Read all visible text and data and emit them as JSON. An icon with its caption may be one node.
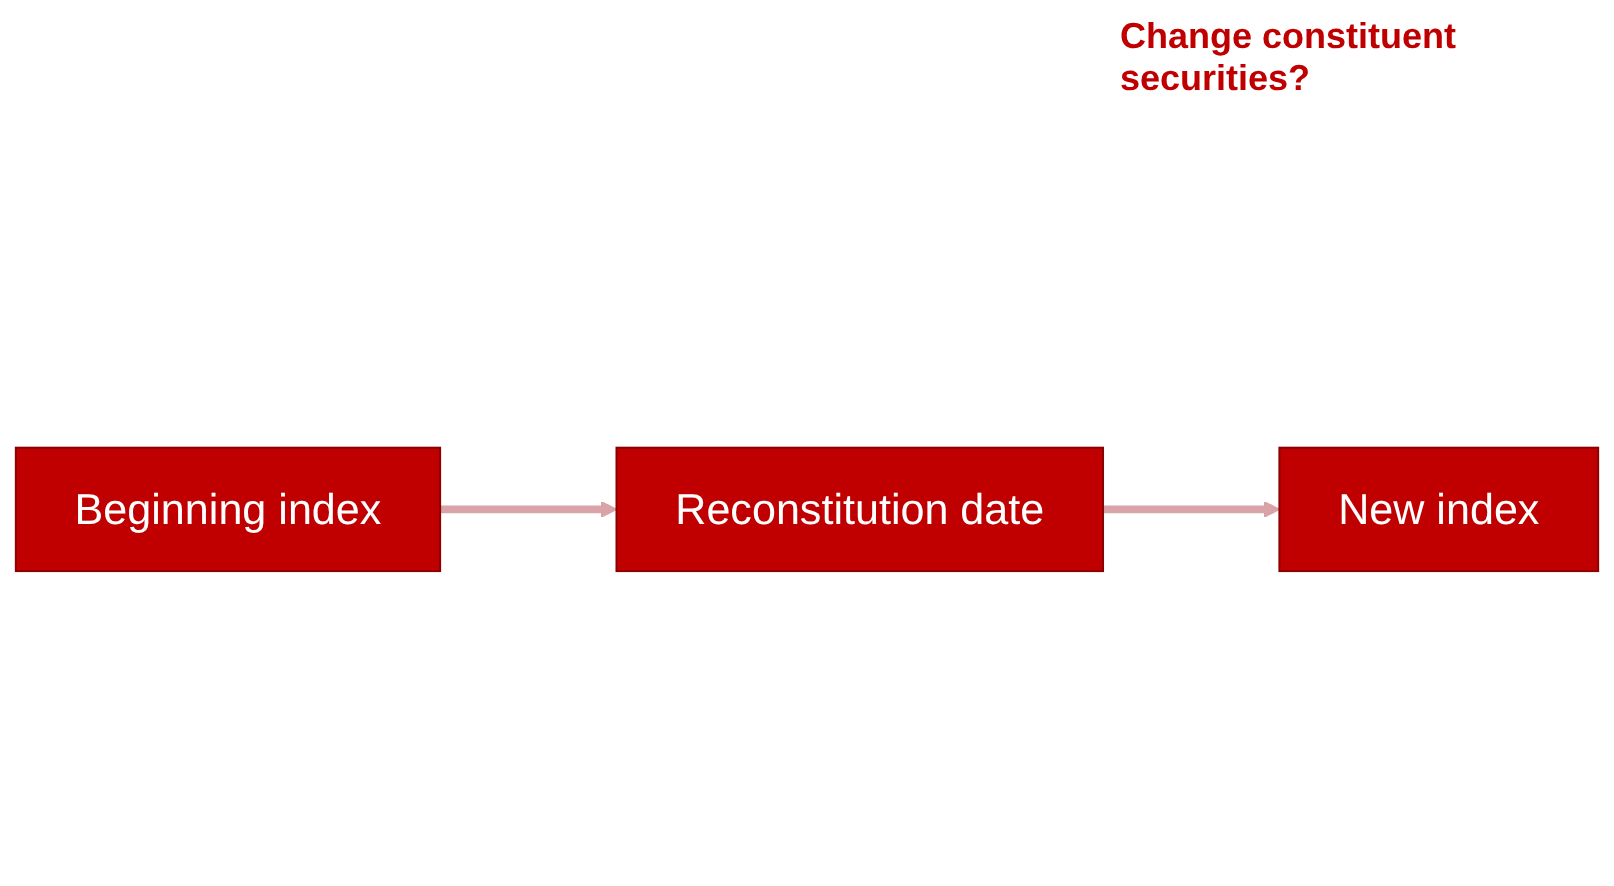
{
  "diagram": {
    "nodes": [
      {
        "text": [
          "Beginning index"
        ]
      },
      {
        "text": [
          "Reconstitution date"
        ]
      },
      {
        "text": [
          "New index"
        ]
      }
    ],
    "edges": [
      {
        "from": 0,
        "to": 1,
        "arrow": "to"
      },
      {
        "from": 1,
        "to": 2,
        "arrow": "to"
      }
    ],
    "labels": [
      "Change constituent securities?"
    ]
  }
}
